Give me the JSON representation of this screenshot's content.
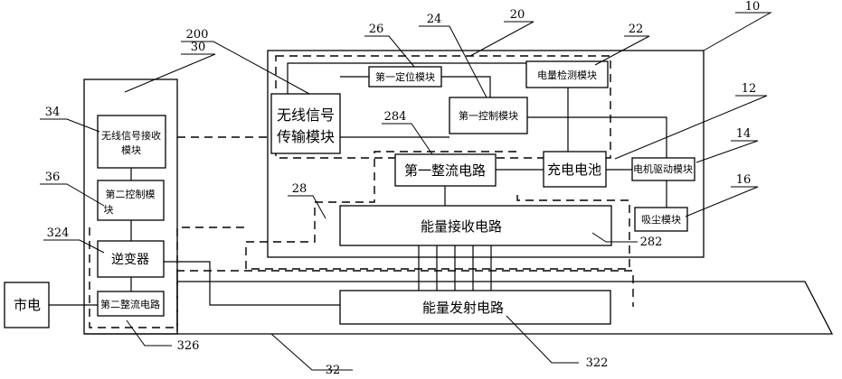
{
  "blocks": {
    "wireless_tx": [
      "无线信号",
      "传输模块"
    ],
    "first_positioning": "第一定位模块",
    "power_detection": "电量检测模块",
    "first_control": "第一控制模块",
    "first_rectifier": "第一整流电路",
    "charging_battery": "充电电池",
    "motor_drive": "电机驱动模块",
    "dust_suction": "吸尘模块",
    "energy_receive": "能量接收电路",
    "wireless_rx": [
      "无线信号接收",
      "模块"
    ],
    "second_control": [
      "第二控制模",
      "块"
    ],
    "inverter": "逆变器",
    "mains": "市电",
    "second_rectifier": "第二整流电路",
    "energy_transmit": "能量发射电路"
  },
  "labels": {
    "n10": "10",
    "n12": "12",
    "n14": "14",
    "n16": "16",
    "n20": "20",
    "n22": "22",
    "n24": "24",
    "n26": "26",
    "n28": "28",
    "n30": "30",
    "n32": "32",
    "n34": "34",
    "n36": "36",
    "n200": "200",
    "n282": "282",
    "n284": "284",
    "n322": "322",
    "n324": "324",
    "n326": "326"
  }
}
